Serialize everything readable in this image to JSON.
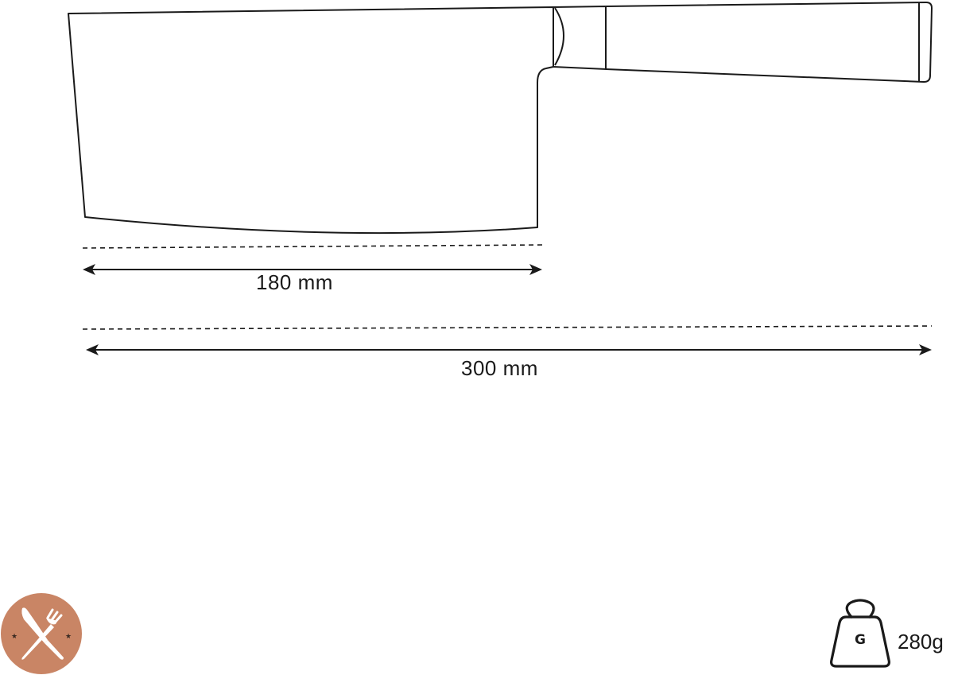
{
  "dimensions": {
    "blade_length": "180 mm",
    "total_length": "300 mm"
  },
  "weight": {
    "value": "280g",
    "icon_letter": "G",
    "icon": "kettlebell-weight-icon"
  },
  "brand": {
    "icon": "crossed-knife-fork-icon",
    "color": "#C98565"
  },
  "colors": {
    "outline": "#1a1a1a"
  }
}
